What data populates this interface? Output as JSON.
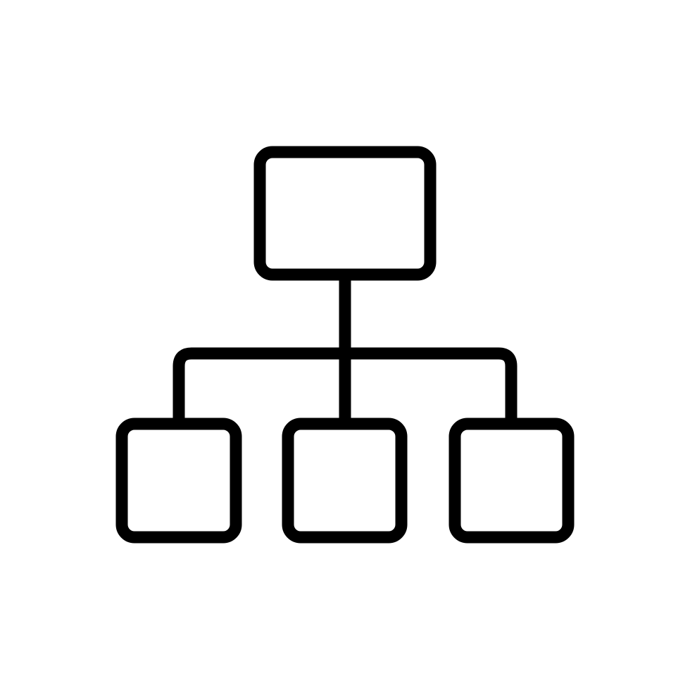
{
  "icon": {
    "name": "hierarchy-icon",
    "description": "",
    "stroke_color": "#000000",
    "background_color": "#ffffff"
  },
  "nodes": [
    {
      "id": "root",
      "level": 0
    },
    {
      "id": "child-left",
      "level": 1
    },
    {
      "id": "child-center",
      "level": 1
    },
    {
      "id": "child-right",
      "level": 1
    }
  ]
}
